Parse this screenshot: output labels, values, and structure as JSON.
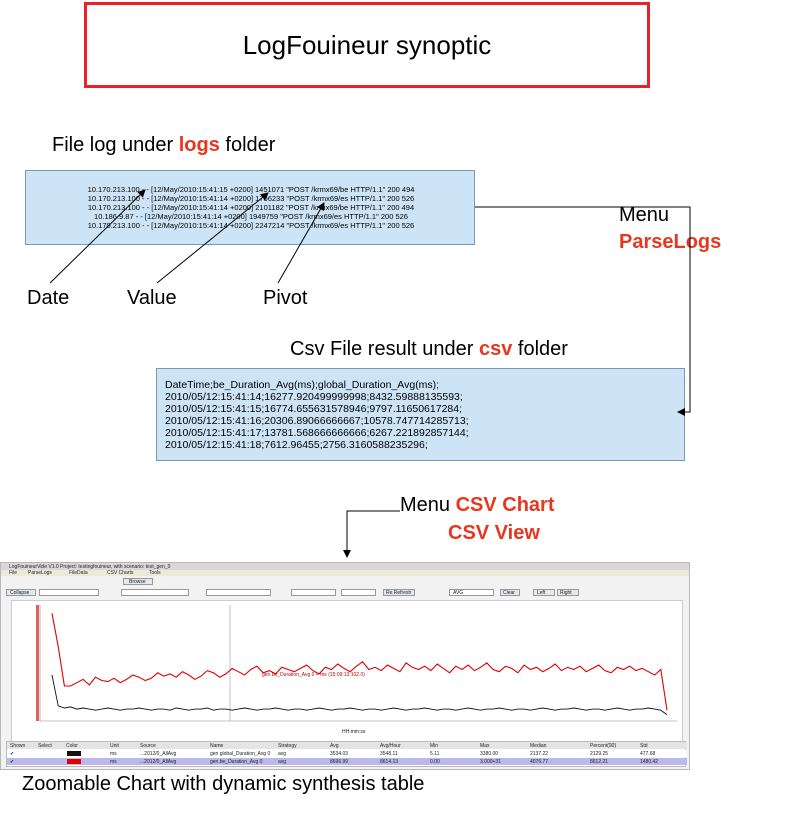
{
  "title": "LogFouineur synoptic",
  "log_section": {
    "heading_prefix": "File log under ",
    "heading_highlight": "logs",
    "heading_suffix": " folder",
    "lines": [
      "10.170.213.100 - - [12/May/2010:15:41:15 +0200] 1451071 \"POST /krmx69/be HTTP/1.1\" 200 494",
      "10.170.213.100 - - [12/May/2010:15:41:14 +0200] 1706233 \"POST /krmx69/es HTTP/1.1\" 200 526",
      "10.170.213.100 - - [12/May/2010:15:41:14 +0200] 2101182 \"POST /krmx69/be HTTP/1.1\" 200 494",
      "10.186.9.87 - - [12/May/2010:15:41:14 +0200] 1949759 \"POST /krmx69/es HTTP/1.1\" 200 526",
      "10.170.213.100 - - [12/May/2010:15:41:14 +0200] 2247214 \"POST /krmx69/es HTTP/1.1\" 200 526"
    ],
    "labels": [
      "Date",
      "Value",
      "Pivot"
    ]
  },
  "menu_parse": {
    "prefix": "Menu",
    "name": "ParseLogs"
  },
  "csv_section": {
    "heading_prefix": "Csv File result under ",
    "heading_highlight": "csv",
    "heading_suffix": " folder",
    "lines": [
      "DateTime;be_Duration_Avg(ms);global_Duration_Avg(ms);",
      "2010/05/12:15:41:14;16277.920499999998;8432.59888135593;",
      "2010/05/12:15:41:15;16774.655631578946;9797.11650617284;",
      "2010/05/12:15:41:16;20306.89066666667;10578.747714285713;",
      "2010/05/12:15:41:17;13781.568666666666;6267.221892857144;",
      "2010/05/12:15:41:18;7612.96455;2756.3160588235296;"
    ]
  },
  "menu_csv": {
    "prefix": "Menu ",
    "item1": "CSV Chart",
    "item2": "CSV View"
  },
  "app": {
    "window_title": "LogFouineurVide V1.0 Project: testingfouineur, with scenario: test_gen_0",
    "menus": [
      "File",
      "ParseLogs",
      "FileData",
      "CSV Charts",
      "Tools"
    ],
    "browse_label": "Browse",
    "collapse_label": "Collapse",
    "refresh_label": "Re Refresh",
    "clear_label": "Clear",
    "left_label": "Left",
    "right_label": "Right",
    "strategy_value": "AVG",
    "xaxis_label": "HH:mm:ss",
    "table_headers": [
      "Shown",
      "Select",
      "Color",
      "Unit",
      "Source",
      "Name",
      "Strategy",
      "Avg",
      "Avg/Hour",
      "Min",
      "Max",
      "Median",
      "Percent(90)",
      "Std"
    ],
    "table_rows": [
      {
        "shown": "✔",
        "color": "#111111",
        "unit": "ms",
        "source": "...2012/0_AllAvg",
        "name": "gen global_Duration_Avg 0",
        "strategy": "avg",
        "avg": "3534.03",
        "avghour": "3548.11",
        "min": "5.11",
        "max": "3380.00",
        "median": "2137.22",
        "pct": "2129.25",
        "std": "477.68",
        "row_color": "#ffffff"
      },
      {
        "shown": "✔",
        "color": "#e00000",
        "unit": "ms",
        "source": "...2012/0_AllAvg",
        "name": "gen.be_Duration_Avg 0",
        "strategy": "avg",
        "avg": "8696.99",
        "avghour": "8614.13",
        "min": "0.00",
        "max": "3.000+31",
        "median": "4076.77",
        "pct": "8612.21",
        "std": "1480.42",
        "row_color": "#bcb8ec"
      }
    ]
  },
  "chart_data": {
    "type": "line",
    "title": "",
    "xlabel": "HH:mm:ss",
    "ylabel": "",
    "series": [
      {
        "color": "#e00000",
        "values": [
          96,
          66,
          30,
          30,
          33,
          36,
          31,
          38,
          35,
          34,
          37,
          33,
          36,
          40,
          38,
          35,
          37,
          42,
          39,
          41,
          38,
          43,
          40,
          36,
          39,
          44,
          42,
          38,
          41,
          46,
          43,
          40,
          45,
          48,
          42,
          44,
          41,
          47,
          45,
          43,
          46,
          49,
          44,
          41,
          47,
          45,
          50,
          46,
          43,
          48,
          52,
          45,
          47,
          44,
          49,
          46,
          43,
          51,
          47,
          45,
          48,
          44,
          50,
          46,
          42,
          48,
          45,
          49,
          44,
          47,
          51,
          45,
          43,
          48,
          46,
          42,
          49,
          45,
          47,
          43,
          46,
          50,
          44,
          47,
          45,
          48,
          43,
          46,
          49,
          44,
          42,
          47,
          45,
          48,
          44,
          46,
          43,
          40,
          45,
          8
        ]
      },
      {
        "color": "#111111",
        "values": [
          40,
          12,
          10,
          11,
          9,
          10,
          9,
          8,
          9,
          10,
          9,
          8,
          9,
          9,
          10,
          9,
          8,
          9,
          9,
          8,
          10,
          9,
          8,
          9,
          9,
          10,
          8,
          9,
          9,
          8,
          9,
          10,
          9,
          8,
          9,
          9,
          10,
          9,
          8,
          9,
          9,
          8,
          9,
          10,
          9,
          8,
          9,
          9,
          10,
          9,
          8,
          9,
          9,
          8,
          9,
          10,
          9,
          8,
          9,
          9,
          10,
          9,
          8,
          9,
          9,
          8,
          9,
          10,
          9,
          8,
          9,
          9,
          10,
          9,
          8,
          9,
          9,
          8,
          9,
          10,
          9,
          8,
          9,
          9,
          10,
          9,
          8,
          9,
          9,
          8,
          9,
          10,
          9,
          8,
          9,
          9,
          10,
          9,
          8,
          4
        ]
      }
    ],
    "annotation": "gen.be_Duration_Avg 0 = ms (15:09:13:102.0)"
  },
  "caption": "Zoomable Chart with  dynamic synthesis table"
}
